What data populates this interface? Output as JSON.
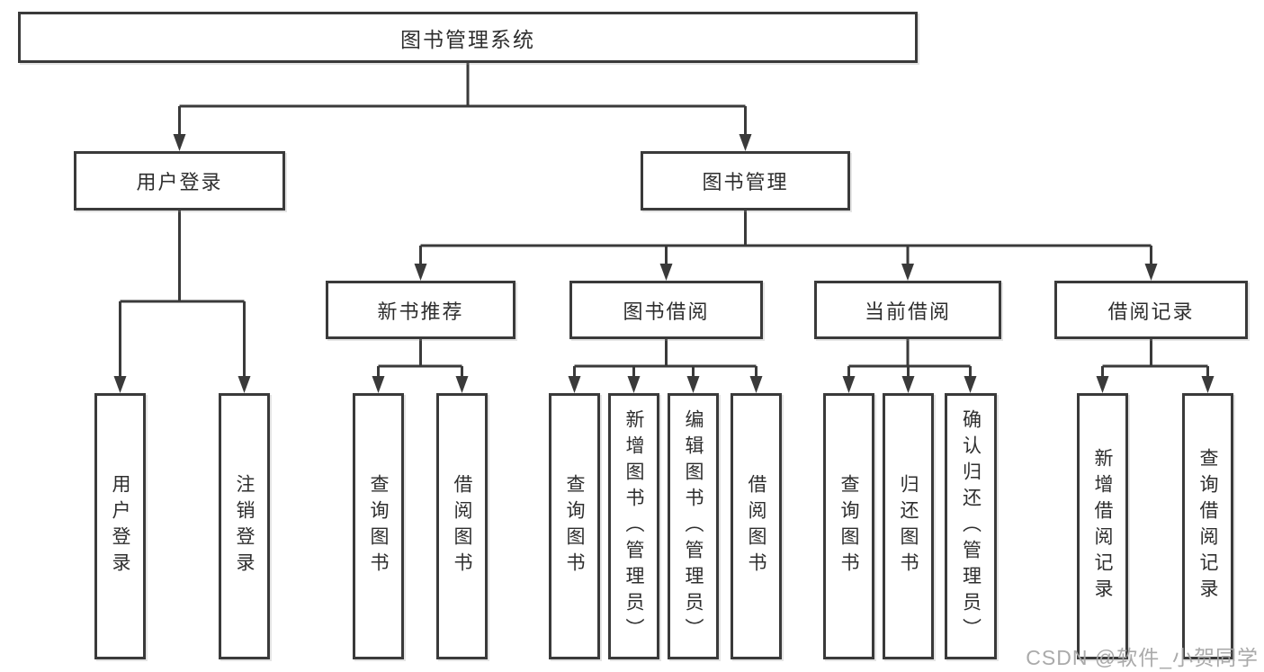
{
  "tree": {
    "root": {
      "label": "图书管理系统"
    },
    "branches": [
      {
        "label": "用户登录",
        "children": [
          {
            "label": "用户登录"
          },
          {
            "label": "注销登录"
          }
        ]
      },
      {
        "label": "图书管理",
        "children": [
          {
            "label": "新书推荐",
            "children": [
              {
                "label": "查询图书"
              },
              {
                "label": "借阅图书"
              }
            ]
          },
          {
            "label": "图书借阅",
            "children": [
              {
                "label": "查询图书"
              },
              {
                "label": "新增图书（管理员）"
              },
              {
                "label": "编辑图书（管理员）"
              },
              {
                "label": "借阅图书"
              }
            ]
          },
          {
            "label": "当前借阅",
            "children": [
              {
                "label": "查询图书"
              },
              {
                "label": "归还图书"
              },
              {
                "label": "确认归还（管理员）"
              }
            ]
          },
          {
            "label": "借阅记录",
            "children": [
              {
                "label": "新增借阅记录"
              },
              {
                "label": "查询借阅记录"
              }
            ]
          }
        ]
      }
    ]
  },
  "watermark": {
    "text": "CSDN @软件_小贺同学",
    "color": "#a5a5a5"
  },
  "colors": {
    "line": "#3a3a3a",
    "text": "#2e2e2e",
    "background": "#ffffff"
  }
}
